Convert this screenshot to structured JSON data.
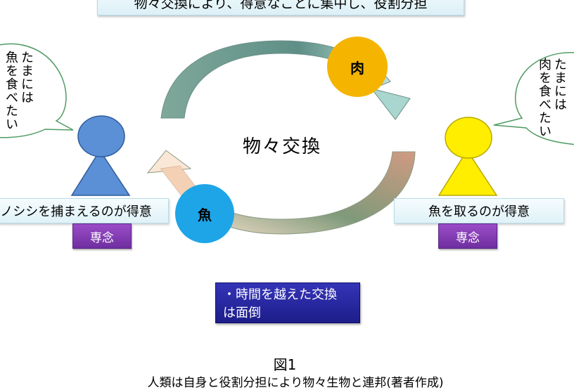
{
  "banner": "物々交換により、得意なことに集中し、役割分担",
  "center_label": "物々交換",
  "left_bubble": {
    "line1": "たまには",
    "line2": "魚を食べたい"
  },
  "right_bubble": {
    "line1": "たまには",
    "line2": "肉を食べたい"
  },
  "left_skill": "イノシシを捕まえるのが得意",
  "right_skill": "魚を取るのが得意",
  "left_tag": "専念",
  "right_tag": "専念",
  "circle_meat": "肉",
  "circle_fish": "魚",
  "note": {
    "line1": "・時間を越えた交換",
    "line2": "は面倒"
  },
  "figure_label": "図1",
  "caption": "人類は自身と役割分担により物々生物と連邦(著者作成)",
  "colors": {
    "left_person": "#5b8fd6",
    "right_person": "#ffee00",
    "meat_circle": "#f4b400",
    "fish_circle": "#1ea5e8",
    "tag": "#7a35a8",
    "note": "#2a2aa6"
  }
}
